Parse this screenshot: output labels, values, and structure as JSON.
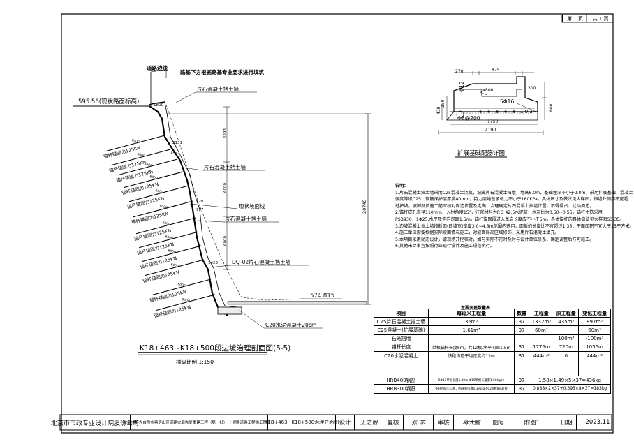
{
  "page": {
    "sheet": "第 1 页",
    "total": "共 1 页"
  },
  "section": {
    "road_line": "道路边线",
    "subgrade_note": "路基下方根据路基专业要求进行填筑",
    "existing_elev": "595.56(现状路面标高)",
    "bottom_elev": "574.815",
    "wall_labels": [
      "片石混凝土挡土墙",
      "片石混凝土挡土墙",
      "片石混凝土挡土墙"
    ],
    "slope_line": "现状坡面线",
    "dq02": "DQ-02片石混凝土挡土墙",
    "c20": "C20水泥混凝土20cm",
    "dims": [
      "1800",
      "5293",
      "2131",
      "1421",
      "6000",
      "1281",
      "997",
      "6000",
      "1423",
      "20745"
    ],
    "anchor_len": "6000",
    "anchor_label": "锚杆锚固力125KN",
    "title": "K18+463~K18+500段边坡治理剖面图(5-5)",
    "scale": "横纵比例 1:150"
  },
  "detail": {
    "title": "扩展基础配筋详图",
    "dims": [
      "270",
      "875",
      "300",
      "1750",
      "2190",
      "600",
      "250",
      "438"
    ],
    "rebar_a": "Φ12",
    "rebar_b": "Φ8@200",
    "rebar_c": "5Φ16",
    "ratio": "1:0.2",
    "arrow500": ">500"
  },
  "notes": {
    "head": "说明：",
    "lines": [
      "1.片石混凝土挡土墙采用C25混凝土浇筑，坡脚片石混凝土挡墙，墙高6.0m，基础埋深不小于2.0m，采用扩展基础，混凝土",
      "强度等级C25，钢筋保护层厚度40mm，持力层地基承载力不小于160KPa，具体尺寸及做法见大样图，挡墙外侧用不宽超",
      "过护坡，坡脚部位施工前应核对周边位置及走向，合理确定片石混凝土挡墙位置，不得侵占、扰动周边。",
      "2.锚杆成孔直径110mm，入射角度15°，注浆材料为P.O 42.5水泥浆，水灰比为0.50~0.55，锚杆主筋采用",
      "PSB930，1Φ25,水平及竖向间距1.5m，锚杆锚固段进入基岩长度应不小于5m，具体锚杆的具体做法见大样图S3-35。",
      "3.边坡混凝土挡土墙按断面(即坡宽)宽度3.0~4.5m范围内选用，面板的长度比不宜超过1.35，平面面积不宜大于25平方米。",
      "4.施工单位需要根据实际坡面情况施工，对坡面局部区域修饰，采用片石混凝土填充。",
      "5.本项目采用动态设计，请现场开挖核对，如与实际不符时及时与设计单位联系，确定调整后方可施工。",
      "6.其他未尽事宜按照行业现行设计及施工规范执行。"
    ]
  },
  "quantities": {
    "title": "主要变更数量表",
    "headers": [
      "项目",
      "每延米工程量",
      "数量",
      "工程量",
      "原工程量",
      "变化工程量"
    ],
    "rows": [
      [
        "C25片石混凝土挡土墙",
        "36m³",
        "37",
        "1332m³",
        "435m³",
        "897m³"
      ],
      [
        "C25混凝土(扩展基础)",
        "1.61m³",
        "37",
        "60m³",
        "",
        "60m³"
      ],
      [
        "石笼挡墙",
        "",
        "",
        "",
        "100m³",
        "-100m³"
      ],
      [
        "锚杆长度",
        "单根锚杆长度6m，共12根,水平间距1.5m",
        "37",
        "1776m",
        "720m",
        "1056m"
      ],
      [
        "C20水泥混凝土",
        "该段沟道平均宽度约12m",
        "37",
        "444m²",
        "0",
        "444m²"
      ],
      [
        "",
        "",
        "",
        "",
        "",
        ""
      ],
      [
        "HRB400钢筋",
        "5Φ16单根长度1.49m,Φ16单根长度重1.58kg/m",
        "37",
        "1.58×1.49×5×37=436kg",
        "",
        ""
      ],
      [
        "HRB300钢筋",
        "Φ8根数2×37根，Φ8单根长度0.395kg,Φ12根数8×37根",
        "37",
        "0.888×2×37+0.395×8×37=183kg",
        "",
        ""
      ]
    ]
  },
  "titleblock": {
    "company": "北京市市政专业设计院股份公司",
    "project": "北京市特大自然灾害房山区道路灾后恢复重建工程（第一批） 十渡路道路工程施工图设计",
    "drawing": "K18+463~K18+500治理立面图",
    "design_label": "设计",
    "designer": "王之怡",
    "check_label": "复核",
    "checker": "张 东",
    "review_label": "审核",
    "reviewer": "蒋大鹏",
    "no_label": "图号",
    "no": "附图1",
    "date_label": "日期",
    "date": "2023.11"
  }
}
